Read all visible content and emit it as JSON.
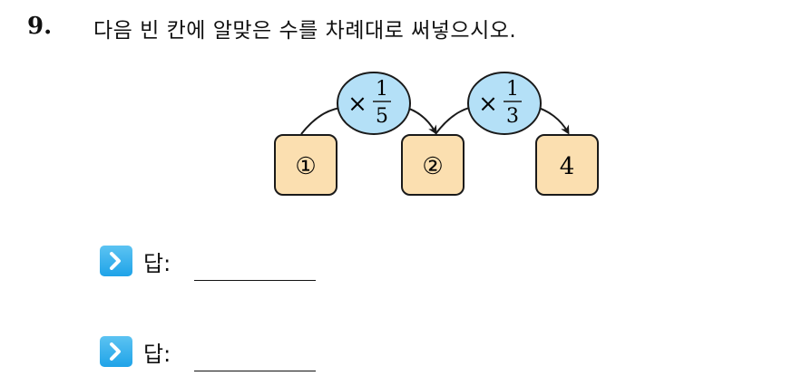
{
  "question": {
    "number": "9.",
    "text": "다음 빈 칸에 알맞은 수를 차례대로 써넣으시오."
  },
  "diagram": {
    "boxes": [
      "①",
      "②",
      "4"
    ],
    "operators": [
      {
        "symbol": "×",
        "numerator": "1",
        "denominator": "5"
      },
      {
        "symbol": "×",
        "numerator": "1",
        "denominator": "3"
      }
    ],
    "colors": {
      "box_fill": "#fbdfb0",
      "oval_fill": "#b4e0f7",
      "stroke": "#1a1a1a"
    }
  },
  "answers": [
    {
      "label": "답:"
    },
    {
      "label": "답:"
    }
  ],
  "colors": {
    "answer_icon": "#1fa3e8"
  }
}
